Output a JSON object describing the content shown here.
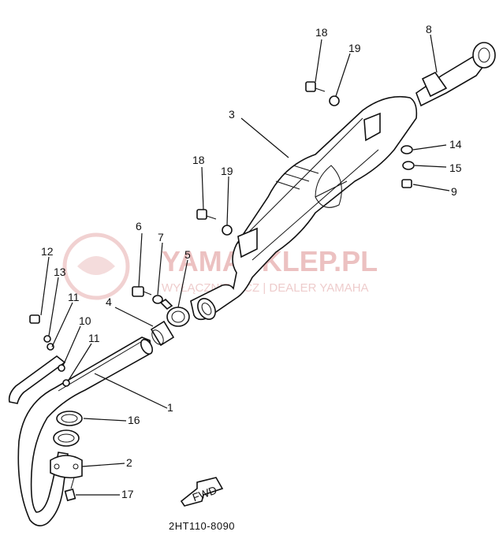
{
  "watermark": {
    "brand": "YAMASKLEP.PL",
    "tagline": "WYŁĄCZNIE... CZ | DEALER YAMAHA"
  },
  "diagram_code": "2HT110-8090",
  "direction_arrow": "FWD",
  "callouts": [
    {
      "id": "1",
      "text": "1"
    },
    {
      "id": "2",
      "text": "2"
    },
    {
      "id": "3",
      "text": "3"
    },
    {
      "id": "4",
      "text": "4"
    },
    {
      "id": "5",
      "text": "5"
    },
    {
      "id": "6",
      "text": "6"
    },
    {
      "id": "7",
      "text": "7"
    },
    {
      "id": "8",
      "text": "8"
    },
    {
      "id": "9",
      "text": "9"
    },
    {
      "id": "10",
      "text": "10"
    },
    {
      "id": "11a",
      "text": "11"
    },
    {
      "id": "11b",
      "text": "11"
    },
    {
      "id": "12",
      "text": "12"
    },
    {
      "id": "13",
      "text": "13"
    },
    {
      "id": "14",
      "text": "14"
    },
    {
      "id": "15",
      "text": "15"
    },
    {
      "id": "16",
      "text": "16"
    },
    {
      "id": "17",
      "text": "17"
    },
    {
      "id": "18a",
      "text": "18"
    },
    {
      "id": "18b",
      "text": "18"
    },
    {
      "id": "19a",
      "text": "19"
    },
    {
      "id": "19b",
      "text": "19"
    }
  ]
}
